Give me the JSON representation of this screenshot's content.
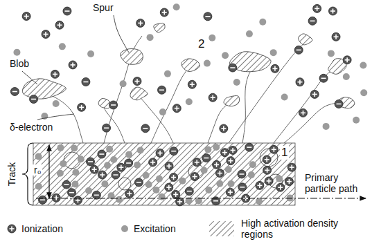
{
  "diagram": {
    "labels": [
      "Spur",
      "Blob",
      "δ-electron",
      "2",
      "1",
      "r₀",
      "Track",
      "Primary particle path"
    ],
    "legend": [
      {
        "text": "Ionization"
      },
      {
        "text": "Excitation"
      },
      {
        "text": "High activation density regions"
      }
    ]
  }
}
